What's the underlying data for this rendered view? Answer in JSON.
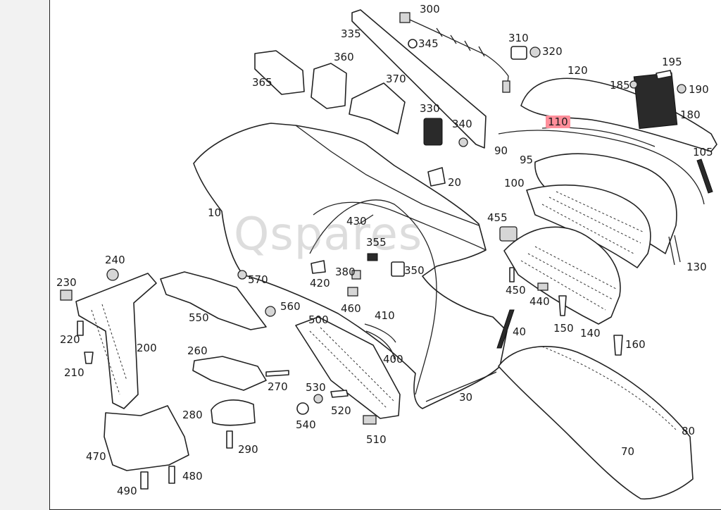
{
  "watermark": "Qspares",
  "highlight_color": "#ff8e9a",
  "labels": {
    "p10": "10",
    "p20": "20",
    "p30": "30",
    "p40": "40",
    "p70": "70",
    "p80": "80",
    "p90": "90",
    "p95": "95",
    "p100": "100",
    "p105": "105",
    "p110": "110",
    "p120": "120",
    "p130": "130",
    "p140": "140",
    "p150": "150",
    "p160": "160",
    "p180": "180",
    "p185": "185",
    "p190": "190",
    "p195": "195",
    "p200": "200",
    "p210": "210",
    "p220": "220",
    "p230": "230",
    "p240": "240",
    "p260": "260",
    "p270": "270",
    "p280": "280",
    "p290": "290",
    "p300": "300",
    "p310": "310",
    "p320": "320",
    "p330": "330",
    "p335": "335",
    "p340": "340",
    "p345": "345",
    "p350": "350",
    "p355": "355",
    "p360": "360",
    "p365": "365",
    "p370": "370",
    "p380": "380",
    "p400": "400",
    "p410": "410",
    "p420": "420",
    "p430": "430",
    "p440": "440",
    "p450": "450",
    "p455": "455",
    "p460": "460",
    "p470": "470",
    "p480": "480",
    "p490": "490",
    "p500": "500",
    "p510": "510",
    "p520": "520",
    "p530": "530",
    "p540": "540",
    "p550": "550",
    "p560": "560",
    "p570": "570"
  }
}
